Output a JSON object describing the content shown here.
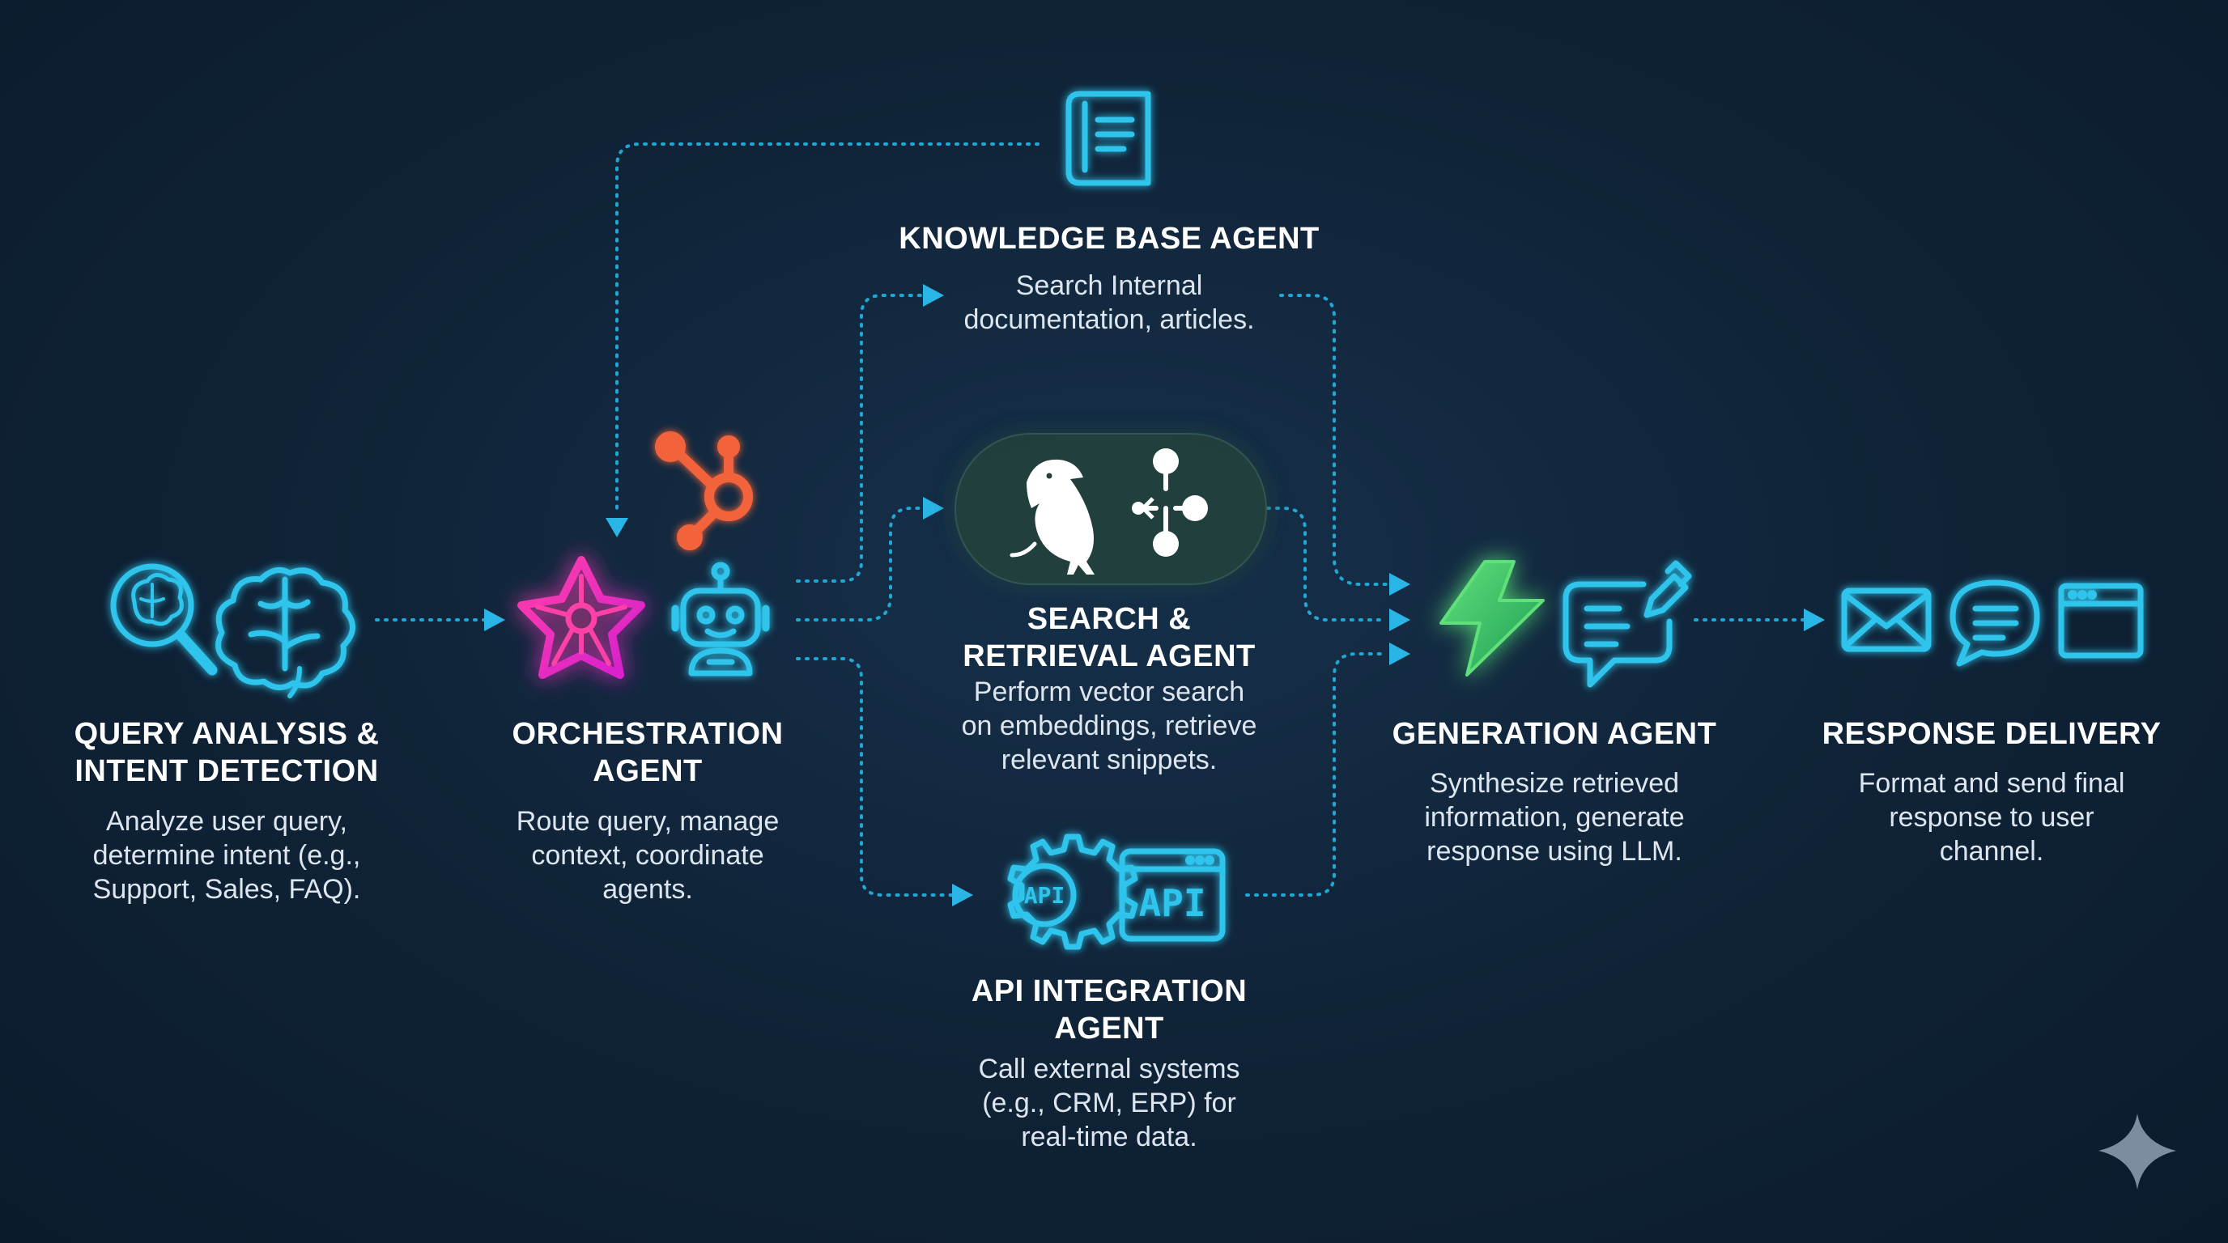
{
  "stages": {
    "query": {
      "title": "QUERY ANALYSIS &\nINTENT DETECTION",
      "description": "Analyze user query,\ndetermine intent (e.g.,\nSupport, Sales, FAQ)."
    },
    "orchestration": {
      "title": "ORCHESTRATION\nAGENT",
      "description": "Route query, manage\ncontext, coordinate\nagents."
    },
    "knowledge_base": {
      "title": "KNOWLEDGE BASE AGENT",
      "description": "Search Internal\ndocumentation, articles."
    },
    "search_retrieval": {
      "title": "SEARCH &\nRETRIEVAL AGENT",
      "description": "Perform vector search\non embeddings, retrieve\nrelevant snippets."
    },
    "api_integration": {
      "title": "API INTEGRATION\nAGENT",
      "description": "Call external systems\n(e.g., CRM, ERP) for\nreal-time data."
    },
    "generation": {
      "title": "GENERATION AGENT",
      "description": "Synthesize retrieved\ninformation, generate\nresponse using LLM."
    },
    "delivery": {
      "title": "RESPONSE DELIVERY",
      "description": "Format and send final\nresponse to user\nchannel."
    }
  },
  "icon_labels": {
    "api_gear": "API",
    "api_window": "API"
  },
  "icons": [
    "magnifier-brain-icon",
    "brain-icon",
    "star-network-icon",
    "hubspot-icon",
    "robot-icon",
    "book-icon",
    "parrot-icon",
    "graph-nodes-icon",
    "api-gear-icon",
    "api-window-icon",
    "lightning-icon",
    "chat-edit-icon",
    "envelope-icon",
    "chat-bubble-icon",
    "browser-window-icon",
    "sparkle-icon"
  ],
  "colors": {
    "background": "#0f2236",
    "cyan": "#2ec4ec",
    "flow_line": "#1fa8d6",
    "magenta": "#ff2fa6",
    "orange": "#f2643a",
    "green": "#3fd06a",
    "pill": "#24403e",
    "sparkle": "#7d8c9e"
  }
}
